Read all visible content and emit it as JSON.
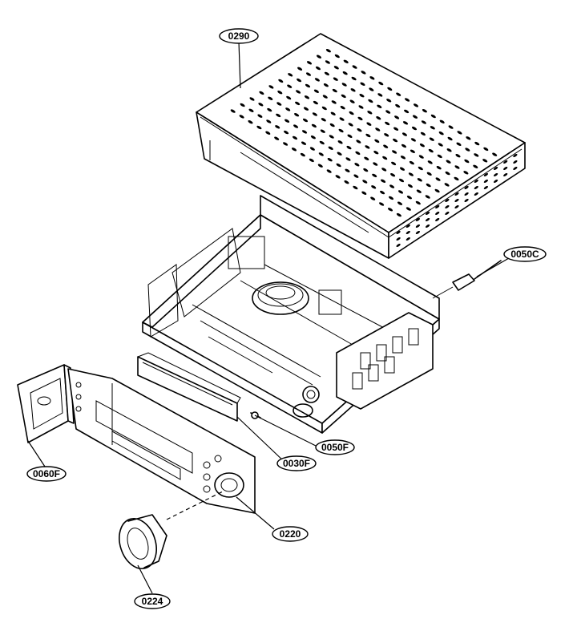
{
  "parts": [
    {
      "id": "cover",
      "label": "0290"
    },
    {
      "id": "power-cord",
      "label": "0050C"
    },
    {
      "id": "front-bracket",
      "label": "0050F"
    },
    {
      "id": "front-door",
      "label": "0030F"
    },
    {
      "id": "side-panel",
      "label": "0060F"
    },
    {
      "id": "front-panel",
      "label": "0220"
    },
    {
      "id": "knob",
      "label": "0224"
    }
  ]
}
